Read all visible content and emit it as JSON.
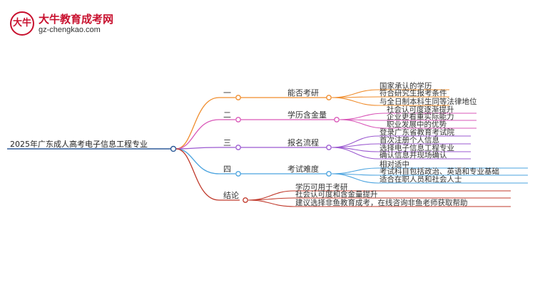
{
  "brand": {
    "logo_mark": "大牛",
    "name": "大牛教育成考网",
    "url": "gz-chengkao.com"
  },
  "colors": {
    "root": "#2e5c9a",
    "b1": "#f08c2b",
    "b2": "#d957b8",
    "b3": "#9b59d0",
    "b4": "#4aa3df",
    "b5": "#c0392b"
  },
  "mindmap": {
    "root": "2025年广东成人高考电子信息工程专业",
    "branches": [
      {
        "num": "一",
        "label": "能否考研",
        "color_key": "b1",
        "leaves": [
          "国家承认的学历",
          "符合研究生报考条件",
          "与全日制本科生同等法律地位"
        ]
      },
      {
        "num": "二",
        "label": "学历含金量",
        "color_key": "b2",
        "leaves": [
          "社会认可度逐渐提升",
          "企业更看重实际能力",
          "职业发展中的优势"
        ]
      },
      {
        "num": "三",
        "label": "报名流程",
        "color_key": "b3",
        "leaves": [
          "登录广东省教育考试院",
          "首次注册个人信息",
          "选择电子信息工程专业",
          "确认信息并现场确认"
        ]
      },
      {
        "num": "四",
        "label": "考试难度",
        "color_key": "b4",
        "leaves": [
          "相对适中",
          "考试科目包括政治、英语和专业基础",
          "适合在职人员和社会人士"
        ]
      },
      {
        "num": "",
        "label": "结论",
        "color_key": "b5",
        "leaves": [
          "学历可用于考研",
          "社会认可度和含金量提升",
          "建议选择非鱼教育成考，在线咨询非鱼老师获取帮助"
        ]
      }
    ]
  }
}
